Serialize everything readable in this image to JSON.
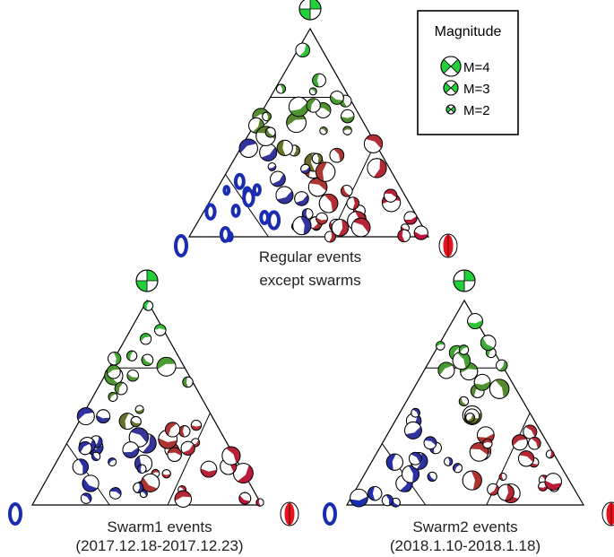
{
  "legend": {
    "title": "Magnitude",
    "items": [
      {
        "label": "M=4",
        "magnitude": 4
      },
      {
        "label": "M=3",
        "magnitude": 3
      },
      {
        "label": "M=2",
        "magnitude": 2
      }
    ]
  },
  "panels": [
    {
      "id": "regular",
      "caption_line1": "Regular events",
      "caption_line2": "except swarms"
    },
    {
      "id": "swarm1",
      "caption_line1": "Swarm1 events",
      "caption_line2": "(2017.12.18-2017.12.23)"
    },
    {
      "id": "swarm2",
      "caption_line1": "Swarm2 events",
      "caption_line2": "(2018.1.10-2018.1.18)"
    }
  ],
  "colors": {
    "strike_slip": "#22d13a",
    "normal": "#e8121b",
    "reverse": "#1a2db0",
    "outline": "#000000",
    "background": "#ffffff"
  },
  "mechanism_icons": {
    "top": "strike-slip-beachball-icon",
    "left": "reverse-fault-beachball-icon",
    "right": "normal-fault-beachball-icon"
  }
}
